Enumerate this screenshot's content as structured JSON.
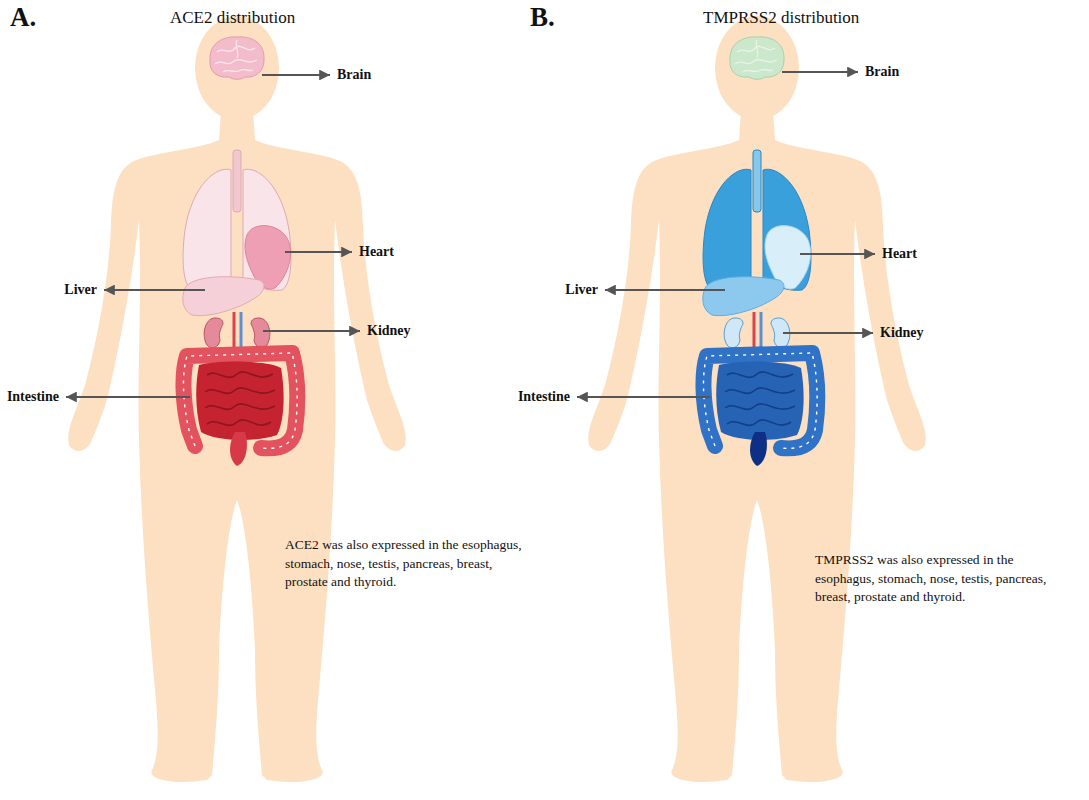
{
  "diagram": {
    "labels": [
      "A.",
      "ACE2 distribution",
      "Brain",
      "Heart",
      "Liver",
      "Kidney",
      "Intestine",
      "ACE2 was also expressed in the esophagus, stomach, nose, testis, pancreas, breast, prostate and thyroid.",
      "B.",
      "TMPRSS2 distribution",
      "Brain",
      "Heart",
      "Liver",
      "Kidney",
      "Intestine",
      "TMPRSS2 was also expressed in the esophagus, stomach, nose, testis, pancreas, breast, prostate and thyroid."
    ]
  }
}
